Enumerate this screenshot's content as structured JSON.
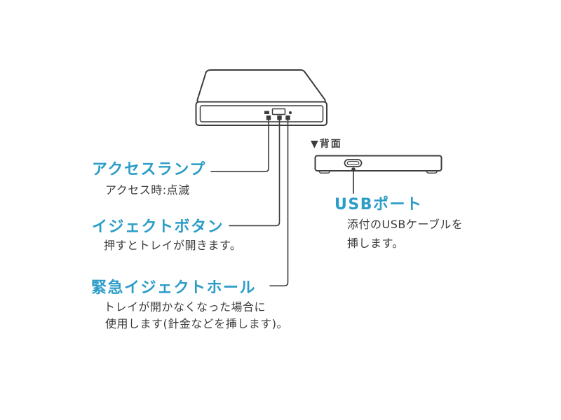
{
  "colors": {
    "accent": "#2c9dc7",
    "ink": "#3c3c3c",
    "background": "#ffffff"
  },
  "front_view": {
    "illustration": "external-optical-drive-front-isometric",
    "parts": {
      "access_lamp": {
        "label": "アクセスランプ",
        "description": "アクセス時:点滅"
      },
      "eject_button": {
        "label": "イジェクトボタン",
        "description": "押すとトレイが開きます。"
      },
      "emergency_eject_hole": {
        "label": "緊急イジェクトホール",
        "description_lines": [
          "トレイが開かなくなった場合に",
          "使用します(針金などを挿します)。"
        ]
      }
    }
  },
  "rear_view": {
    "caption": "▼背面",
    "illustration": "external-optical-drive-rear-panel",
    "parts": {
      "usb_port": {
        "label": "USBポート",
        "description_lines": [
          "添付のUSBケーブルを",
          "挿します。"
        ]
      }
    }
  }
}
